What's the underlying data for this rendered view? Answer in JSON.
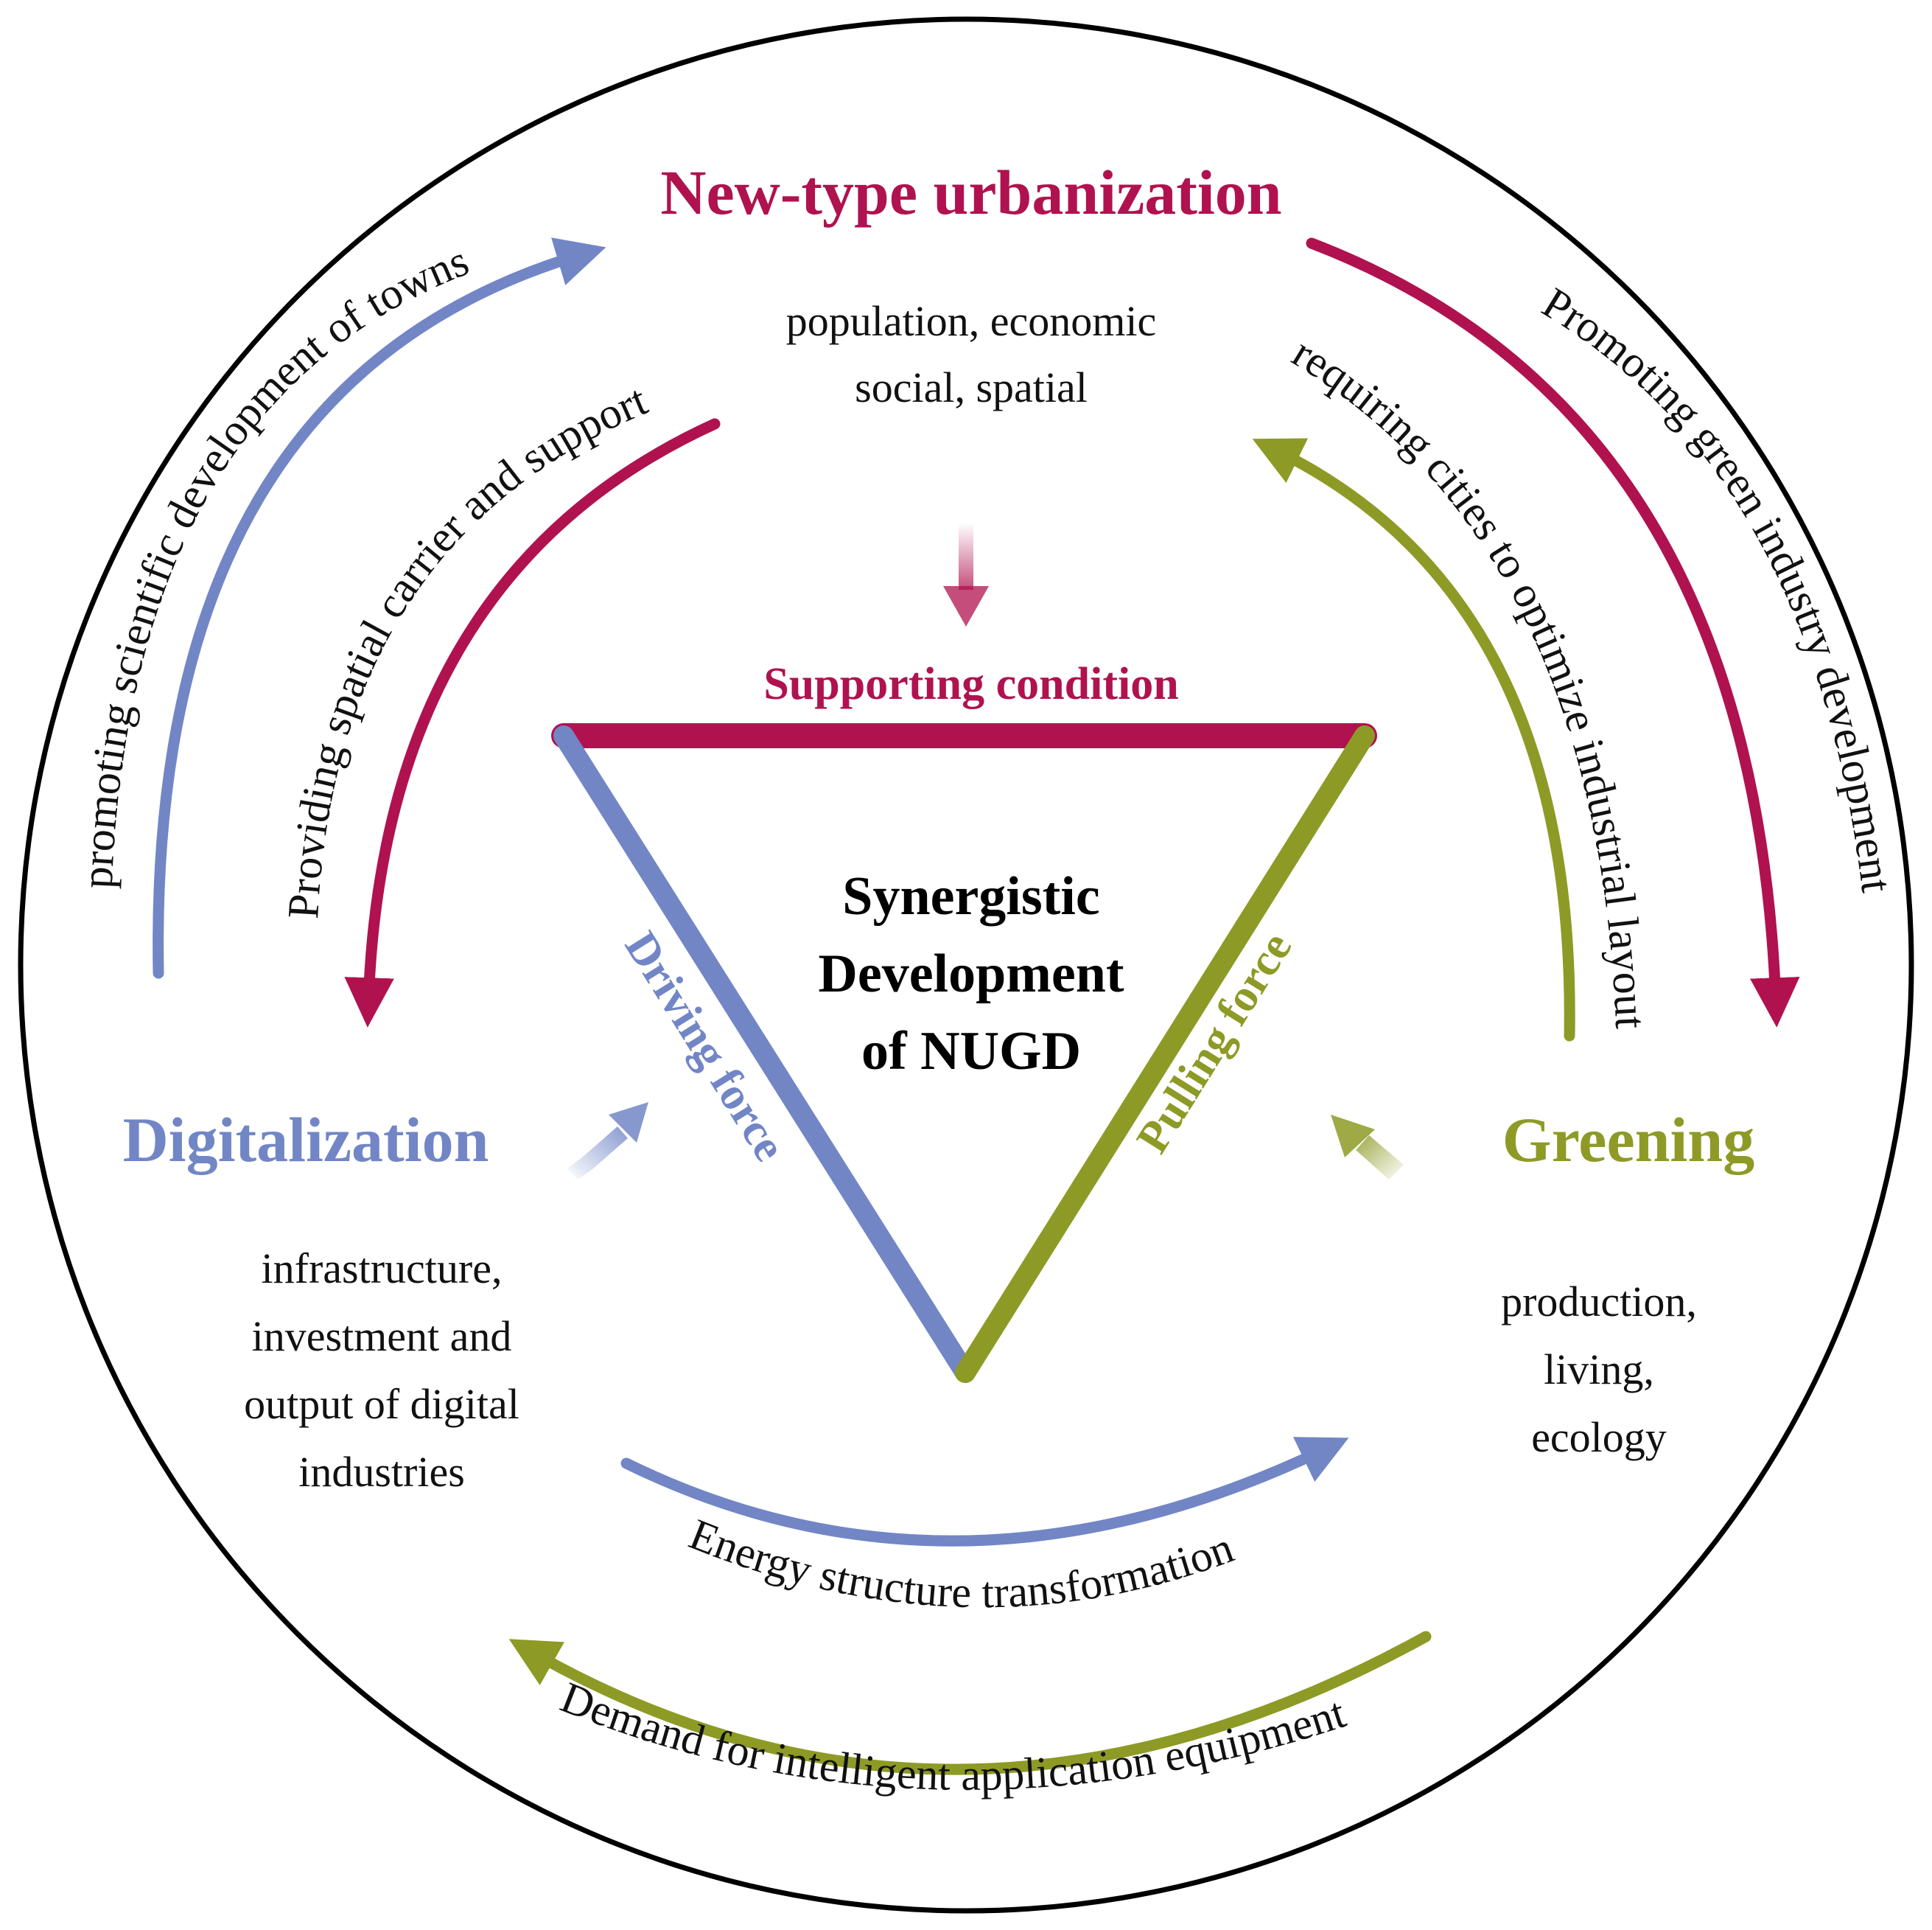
{
  "colors": {
    "urbanization": "#b0124f",
    "digitalization": "#7286c6",
    "greening": "#8e9a26",
    "text": "#111111",
    "border": "#000000"
  },
  "nodes": {
    "urbanization": {
      "title": "New-type urbanization",
      "desc": [
        "population, economic",
        "social, spatial"
      ]
    },
    "digitalization": {
      "title": "Digitalization",
      "desc": [
        "infrastructure,",
        "investment and",
        "output of digital",
        "industries"
      ]
    },
    "greening": {
      "title": "Greening",
      "desc": [
        "production,",
        "living,",
        "ecology"
      ]
    }
  },
  "center": {
    "lines": [
      "Synergistic",
      "Development",
      "of NUGD"
    ]
  },
  "triangle": {
    "top_label": "Supporting condition",
    "left_label": "Driving force",
    "right_label": "Pulling force"
  },
  "flows": {
    "dig_to_urb": "promoting scientific development of towns",
    "urb_to_dig": "Providing spatial carrier and support",
    "urb_to_green": "Promoting green industry development",
    "green_to_urb": "requiring cities to optimize industrial layout",
    "dig_to_green": "Energy structure transformation",
    "green_to_dig": "Demand for intelligent application equipment"
  }
}
